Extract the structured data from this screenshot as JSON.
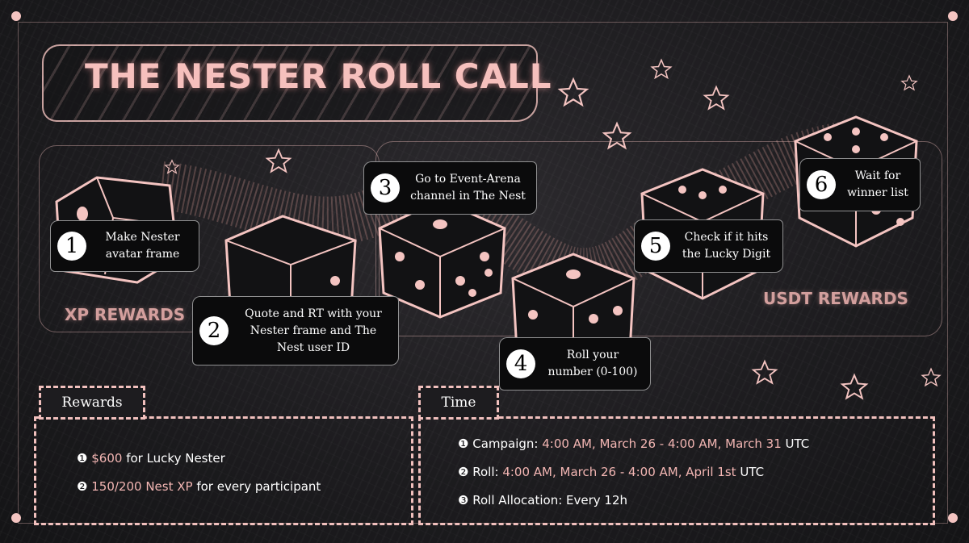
{
  "title": "THE NESTER ROLL CALL",
  "labels": {
    "left": "XP REWARDS",
    "right": "USDT REWARDS"
  },
  "steps": [
    {
      "num": "1",
      "text": "Make Nester avatar frame"
    },
    {
      "num": "2",
      "text": "Quote and RT with your Nester frame and The Nest user ID"
    },
    {
      "num": "3",
      "text": "Go to Event-Arena channel in The Nest"
    },
    {
      "num": "4",
      "text": "Roll your number (0-100)"
    },
    {
      "num": "5",
      "text": "Check if it hits the Lucky Digit"
    },
    {
      "num": "6",
      "text": "Wait for winner list"
    }
  ],
  "rewards": {
    "heading": "Rewards",
    "items": [
      {
        "marker": "❶",
        "highlight": "$600",
        "rest": " for Lucky Nester"
      },
      {
        "marker": "❷",
        "highlight": "150/200 Nest XP",
        "rest": " for every participant"
      }
    ]
  },
  "time": {
    "heading": "Time",
    "items": [
      {
        "marker": "❶",
        "label": "Campaign: ",
        "highlight": "4:00 AM, March 26 - 4:00 AM, March 31",
        "rest": "  UTC"
      },
      {
        "marker": "❷",
        "label": "Roll: ",
        "highlight": "4:00 AM, March 26 - 4:00 AM, April 1st",
        "rest": " UTC"
      },
      {
        "marker": "❸",
        "label": "Roll Allocation: Every 12h",
        "highlight": "",
        "rest": ""
      }
    ]
  },
  "colors": {
    "accent": "#f4c4c1",
    "background": "#1d1c1f",
    "step_box": "#0b0b0c"
  }
}
